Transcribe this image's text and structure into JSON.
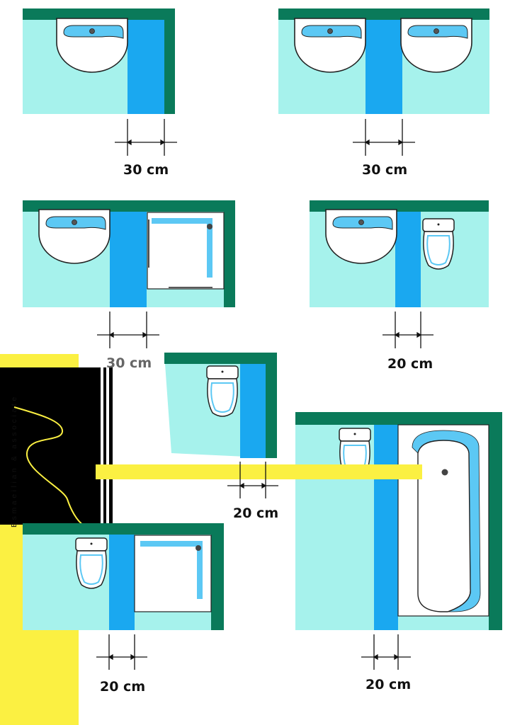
{
  "brand": {
    "text": "Esmaeilian & associate"
  },
  "colors": {
    "wall": "#0a7a5a",
    "floor": "#a6f2ec",
    "clearance": "#1aa8f0",
    "fixture_water": "#5cc8f4",
    "brand_yellow": "#fbf042",
    "brand_black": "#000000"
  },
  "diagrams": [
    {
      "id": "sink-wall",
      "fixtures": [
        "sink-icon"
      ],
      "dimension_label": "30 cm"
    },
    {
      "id": "sink-sink",
      "fixtures": [
        "sink-icon",
        "sink-icon"
      ],
      "dimension_label": "30 cm"
    },
    {
      "id": "sink-shower",
      "fixtures": [
        "sink-icon",
        "shower-tray-icon"
      ],
      "dimension_label": "30 cm"
    },
    {
      "id": "sink-toilet",
      "fixtures": [
        "sink-icon",
        "toilet-icon"
      ],
      "dimension_label": "20 cm"
    },
    {
      "id": "toilet-wall",
      "fixtures": [
        "toilet-icon"
      ],
      "dimension_label": "20 cm"
    },
    {
      "id": "toilet-shower",
      "fixtures": [
        "toilet-icon",
        "shower-tray-icon"
      ],
      "dimension_label": "20 cm"
    },
    {
      "id": "toilet-bathtub",
      "fixtures": [
        "toilet-icon",
        "bathtub-icon"
      ],
      "dimension_label": "20 cm"
    }
  ]
}
